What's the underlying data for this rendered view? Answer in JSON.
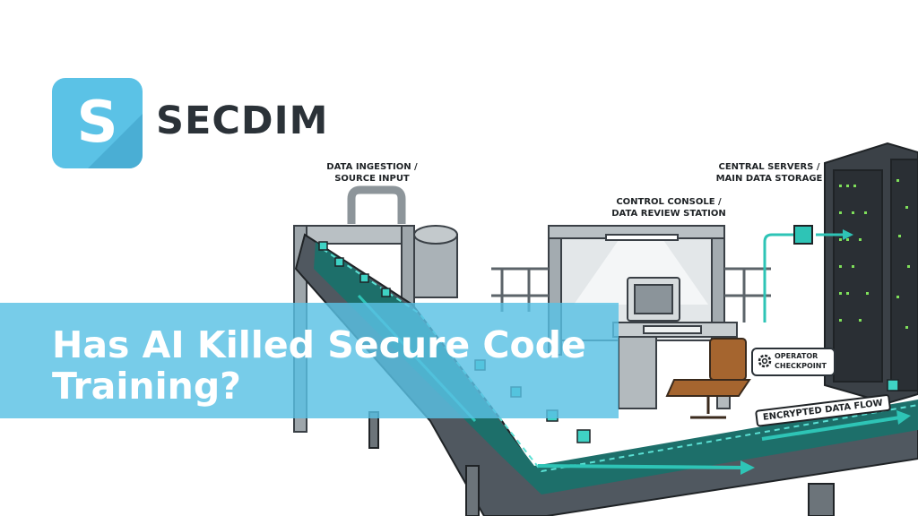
{
  "brand": {
    "logo_letter": "S",
    "name": "SECDIM",
    "accent_color": "#5bc2e6"
  },
  "headline": {
    "line1": "Has AI Killed Secure Code",
    "line2": "Training?"
  },
  "illustration": {
    "labels": {
      "ingestion_line1": "DATA INGESTION /",
      "ingestion_line2": "SOURCE INPUT",
      "console_line1": "CONTROL CONSOLE /",
      "console_line2": "DATA REVIEW STATION",
      "servers_line1": "CENTRAL SERVERS /",
      "servers_line2": "MAIN DATA STORAGE",
      "operator_line1": "OPERATOR",
      "operator_line2": "CHECKPOINT",
      "flow": "ENCRYPTED DATA FLOW"
    },
    "icons": [
      "gear-icon",
      "data-cube-icon",
      "arrow-icon"
    ],
    "belt_color": "#2ec4b6"
  }
}
